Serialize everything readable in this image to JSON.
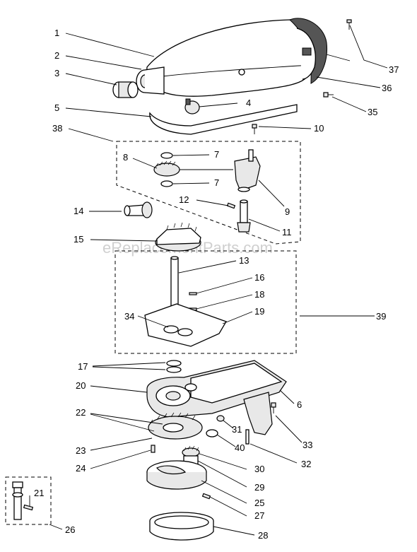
{
  "watermark": "eReplacementParts.com",
  "callouts": {
    "c1": "1",
    "c2": "2",
    "c3": "3",
    "c4": "4",
    "c5": "5",
    "c6": "6",
    "c7a": "7",
    "c7b": "7",
    "c8": "8",
    "c9": "9",
    "c10": "10",
    "c11": "11",
    "c12": "12",
    "c13": "13",
    "c14": "14",
    "c15": "15",
    "c16": "16",
    "c17": "17",
    "c18": "18",
    "c19": "19",
    "c20": "20",
    "c21": "21",
    "c22": "22",
    "c23": "23",
    "c24": "24",
    "c25": "25",
    "c26": "26",
    "c27": "27",
    "c28": "28",
    "c29": "29",
    "c30": "30",
    "c31": "31",
    "c32": "32",
    "c33": "33",
    "c34": "34",
    "c35": "35",
    "c36": "36",
    "c37": "37",
    "c38": "38",
    "c39": "39",
    "c40": "40"
  }
}
